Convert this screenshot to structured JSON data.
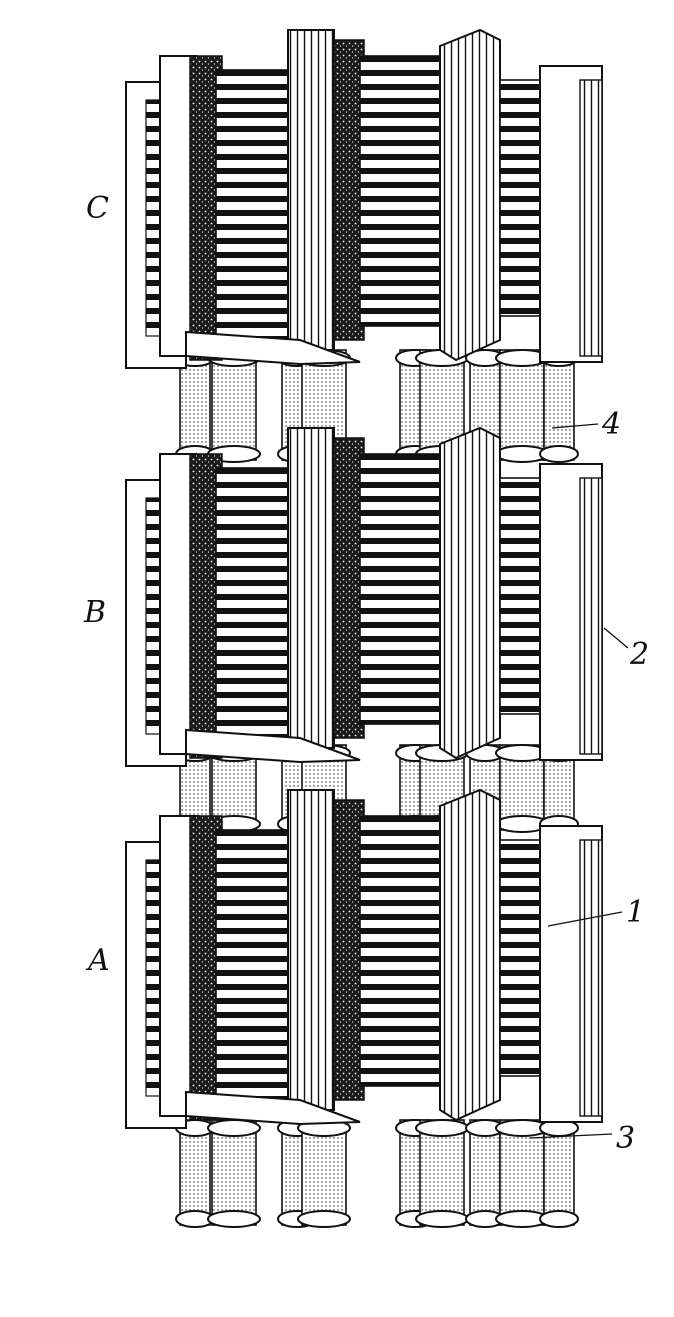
{
  "figure": {
    "tiers": [
      {
        "id": "c",
        "label": "C"
      },
      {
        "id": "b",
        "label": "B"
      },
      {
        "id": "a",
        "label": "A"
      }
    ],
    "callouts": [
      "1",
      "2",
      "3",
      "4"
    ]
  },
  "colors": {
    "ink": "#111111",
    "paper": "#ffffff",
    "stipple": "#2a2a2a"
  }
}
